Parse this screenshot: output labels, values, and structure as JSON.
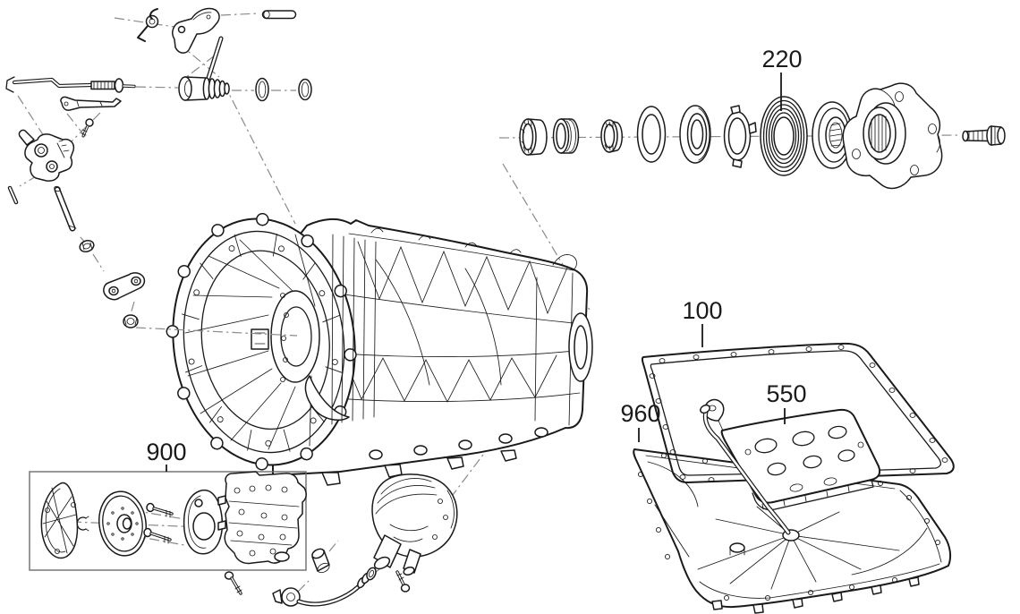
{
  "figure": {
    "kind": "exploded-parts-diagram",
    "subject": "automatic transmission",
    "background": "#ffffff",
    "line_color": "#1a1a1a",
    "centerline_color": "#8a8a8a",
    "group_frame_color": "#6b6b6b"
  },
  "callouts": [
    {
      "text": "220",
      "part": "output-shaft-seal"
    },
    {
      "text": "100",
      "part": "oil-pan-gasket"
    },
    {
      "text": "550",
      "part": "oil-filter"
    },
    {
      "text": "960",
      "part": "oil-pan"
    },
    {
      "text": "900",
      "part": "oil-pump-assembly"
    }
  ],
  "parts": [
    {
      "name": "parking-lock-spring"
    },
    {
      "name": "parking-pawl"
    },
    {
      "name": "pawl-pin"
    },
    {
      "name": "detent-piston"
    },
    {
      "name": "o-rings"
    },
    {
      "name": "parking-rod"
    },
    {
      "name": "selector-lever-linkage"
    },
    {
      "name": "selector-shaft"
    },
    {
      "name": "transmission-housing"
    },
    {
      "name": "bearing-and-flange-set"
    },
    {
      "name": "output-flange"
    },
    {
      "name": "flange-bolt"
    },
    {
      "name": "oil-pump-group"
    },
    {
      "name": "valve-body"
    },
    {
      "name": "solenoid-unit"
    },
    {
      "name": "oil-pipe"
    },
    {
      "name": "pan-gasket"
    },
    {
      "name": "oil-filter"
    },
    {
      "name": "oil-pan"
    }
  ]
}
